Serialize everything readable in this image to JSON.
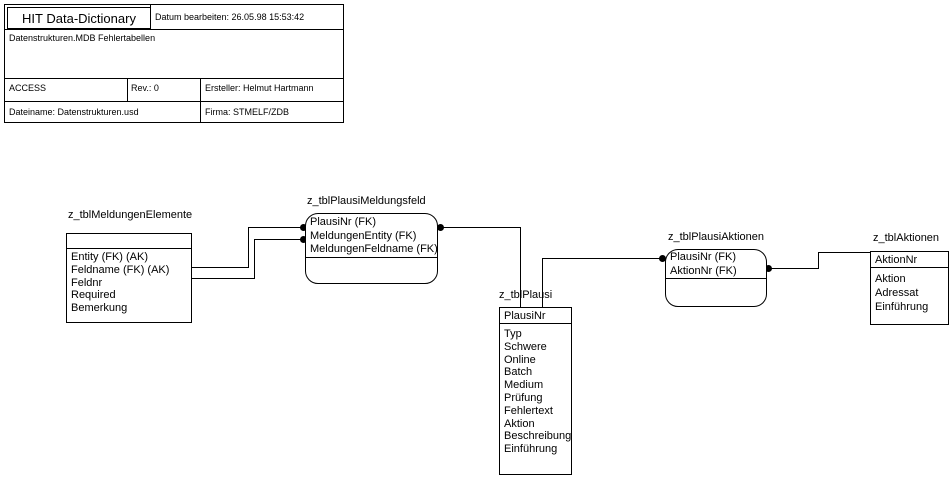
{
  "info_block": {
    "title": "HIT Data-Dictionary",
    "date_label": "Datum bearbeiten: 26.05.98 15:53:42",
    "subject": "Datenstrukturen.MDB Fehlertabellen",
    "db_system": "ACCESS",
    "revision": "Rev.: 0",
    "author": "Ersteller: Helmut Hartmann",
    "filename": "Dateiname: Datenstrukturen.usd",
    "company": "Firma: STMELF/ZDB"
  },
  "entities": [
    {
      "name": "z_tblMeldungenElemente",
      "shape": "square-corners",
      "keys": [],
      "attributes": [
        "Entity (FK) (AK)",
        "Feldname (FK) (AK)",
        "Feldnr",
        "Required",
        "Bemerkung"
      ]
    },
    {
      "name": "z_tblPlausiMeldungsfeld",
      "shape": "rounded-corners",
      "keys": [
        "PlausiNr (FK)",
        "MeldungenEntity (FK)",
        "MeldungenFeldname (FK)"
      ],
      "attributes": []
    },
    {
      "name": "z_tblPlausi",
      "shape": "square-corners",
      "keys": [
        "PlausiNr"
      ],
      "attributes": [
        "Typ",
        "Schwere",
        "Online",
        "Batch",
        "Medium",
        "Prüfung",
        "Fehlertext",
        "Aktion",
        "Beschreibung",
        "Einführung"
      ]
    },
    {
      "name": "z_tblPlausiAktionen",
      "shape": "rounded-corners",
      "keys": [
        "PlausiNr (FK)",
        "AktionNr (FK)"
      ],
      "attributes": []
    },
    {
      "name": "z_tblAktionen",
      "shape": "square-corners",
      "keys": [
        "AktionNr"
      ],
      "attributes": [
        "Aktion",
        "Adressat",
        "Einführung"
      ]
    }
  ],
  "relationships": [
    {
      "from": "z_tblMeldungenElemente",
      "to": "z_tblPlausiMeldungsfeld",
      "count": 2
    },
    {
      "from": "z_tblPlausi",
      "to": "z_tblPlausiMeldungsfeld",
      "count": 1
    },
    {
      "from": "z_tblPlausi",
      "to": "z_tblPlausiAktionen",
      "count": 1
    },
    {
      "from": "z_tblAktionen",
      "to": "z_tblPlausiAktionen",
      "count": 1
    }
  ]
}
